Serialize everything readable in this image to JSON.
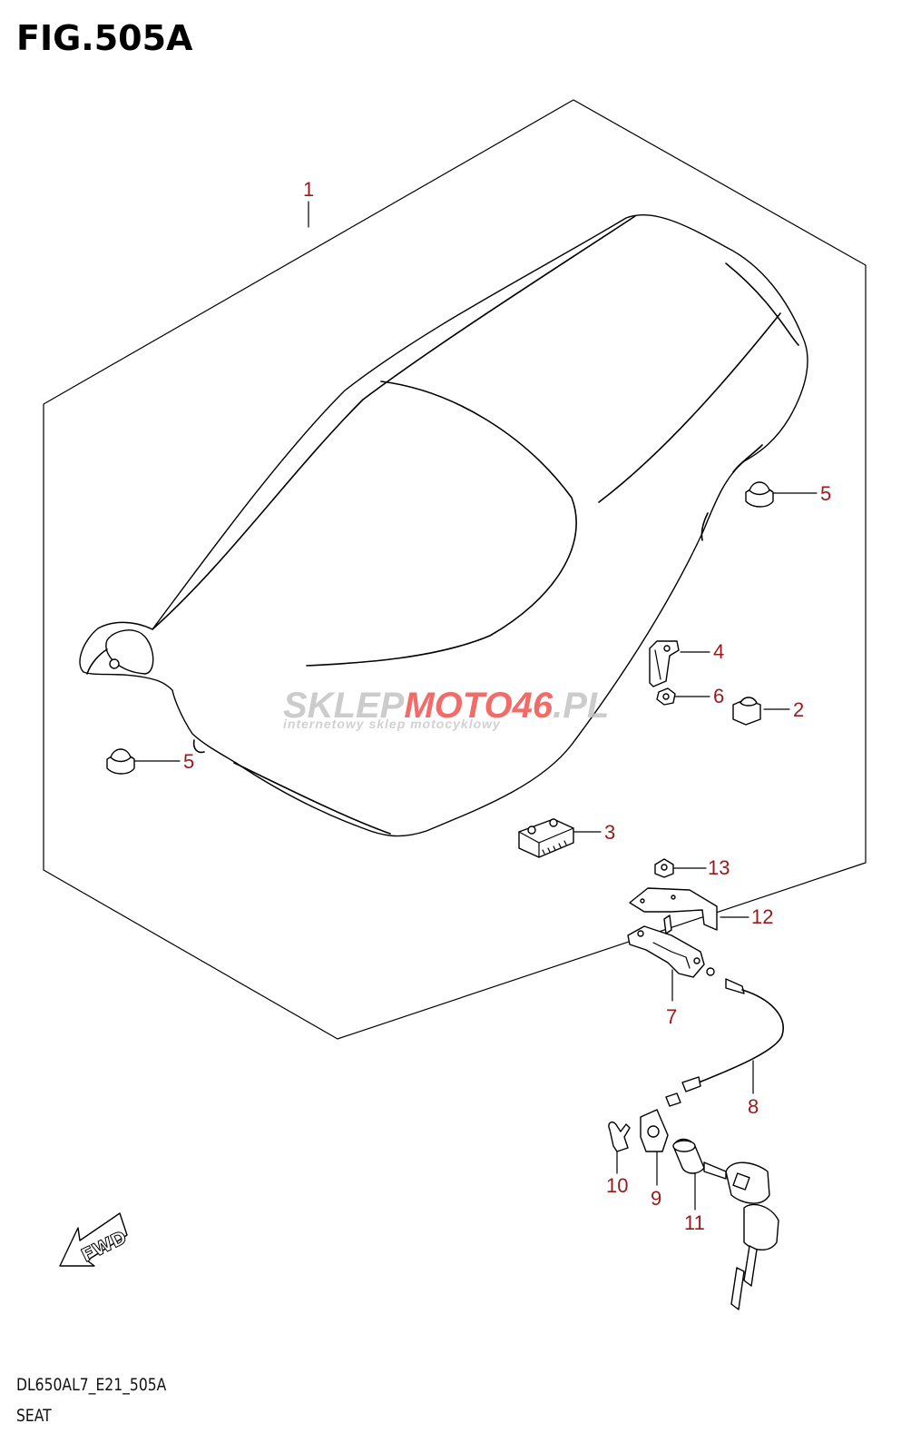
{
  "figure": {
    "title": "FIG.505A",
    "model_code": "DL650AL7_E21_505A",
    "section": "SEAT"
  },
  "watermark": {
    "brand_part1": "SKLEP",
    "brand_part2": "MOTO",
    "brand_part3": "46",
    "brand_part4": ".PL",
    "tagline": "internetowy sklep motocyklowy"
  },
  "fwd_label": "FWD",
  "callouts": [
    {
      "id": "c1",
      "label": "1",
      "part": "seat"
    },
    {
      "id": "c5a",
      "label": "5",
      "part": "cushion-right"
    },
    {
      "id": "c4",
      "label": "4",
      "part": "bracket"
    },
    {
      "id": "c6",
      "label": "6",
      "part": "nut"
    },
    {
      "id": "c2",
      "label": "2",
      "part": "cushion-small"
    },
    {
      "id": "c5b",
      "label": "5",
      "part": "cushion-left"
    },
    {
      "id": "c3",
      "label": "3",
      "part": "cushion-block"
    },
    {
      "id": "c13",
      "label": "13",
      "part": "nut-top"
    },
    {
      "id": "c12",
      "label": "12",
      "part": "plate"
    },
    {
      "id": "c7",
      "label": "7",
      "part": "lock-assy"
    },
    {
      "id": "c8",
      "label": "8",
      "part": "cable"
    },
    {
      "id": "c10",
      "label": "10",
      "part": "clip"
    },
    {
      "id": "c9",
      "label": "9",
      "part": "holder"
    },
    {
      "id": "c11",
      "label": "11",
      "part": "key-lock"
    }
  ],
  "colors": {
    "callout": "#9a1a1a",
    "watermark_gray": "#bdbdbd",
    "watermark_red": "#e53935",
    "line": "#000000"
  }
}
